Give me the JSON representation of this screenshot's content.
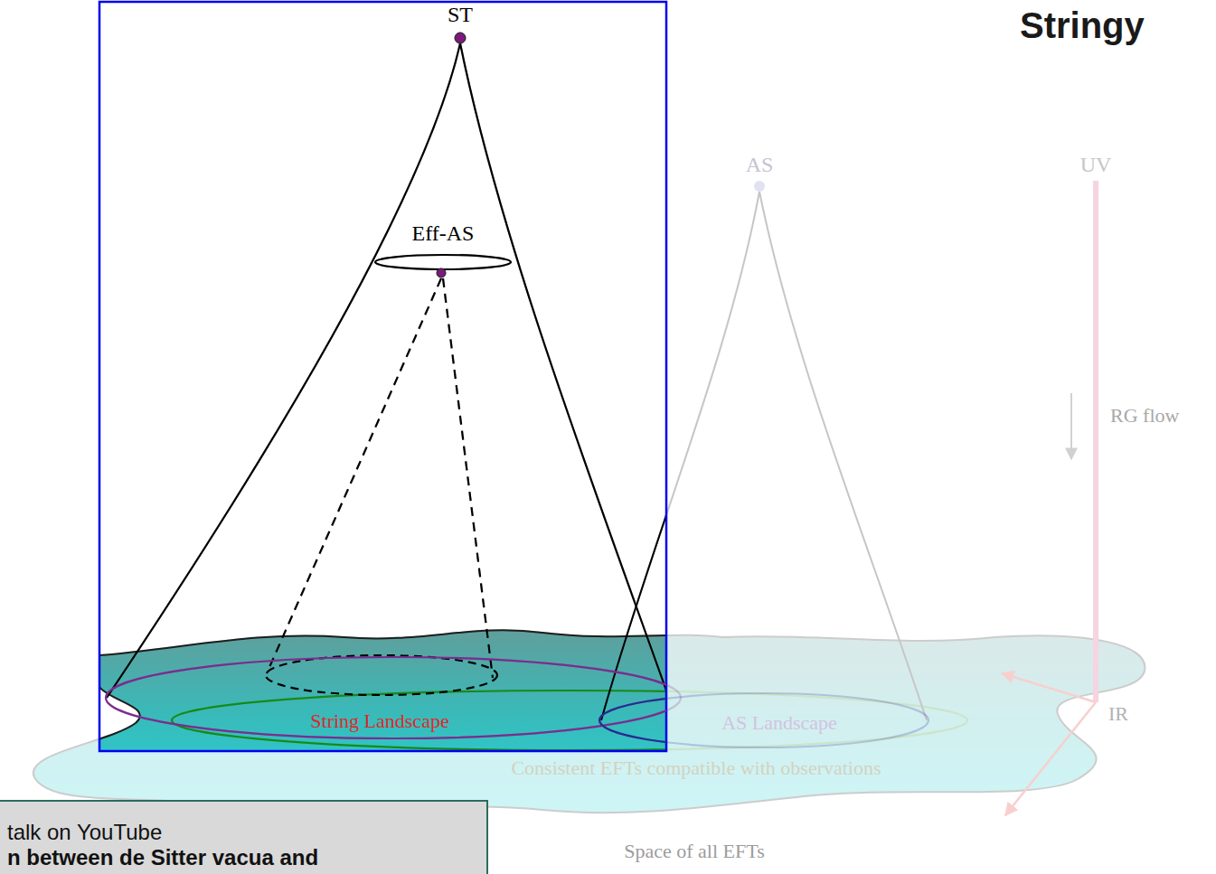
{
  "diagram": {
    "title": "Stringy",
    "nodes": [
      {
        "text": [
          "String Landscape"
        ]
      },
      {
        "text": [
          "AS Landscape"
        ]
      },
      {
        "text": [
          "talk on YouTube",
          "n between de Sitter vacua and"
        ]
      }
    ],
    "labels": [
      "ST",
      "Eff-AS",
      "AS",
      "UV",
      "RG flow",
      "IR",
      "Consistent EFTs compatible with observations",
      "Space of all EFTs"
    ]
  }
}
